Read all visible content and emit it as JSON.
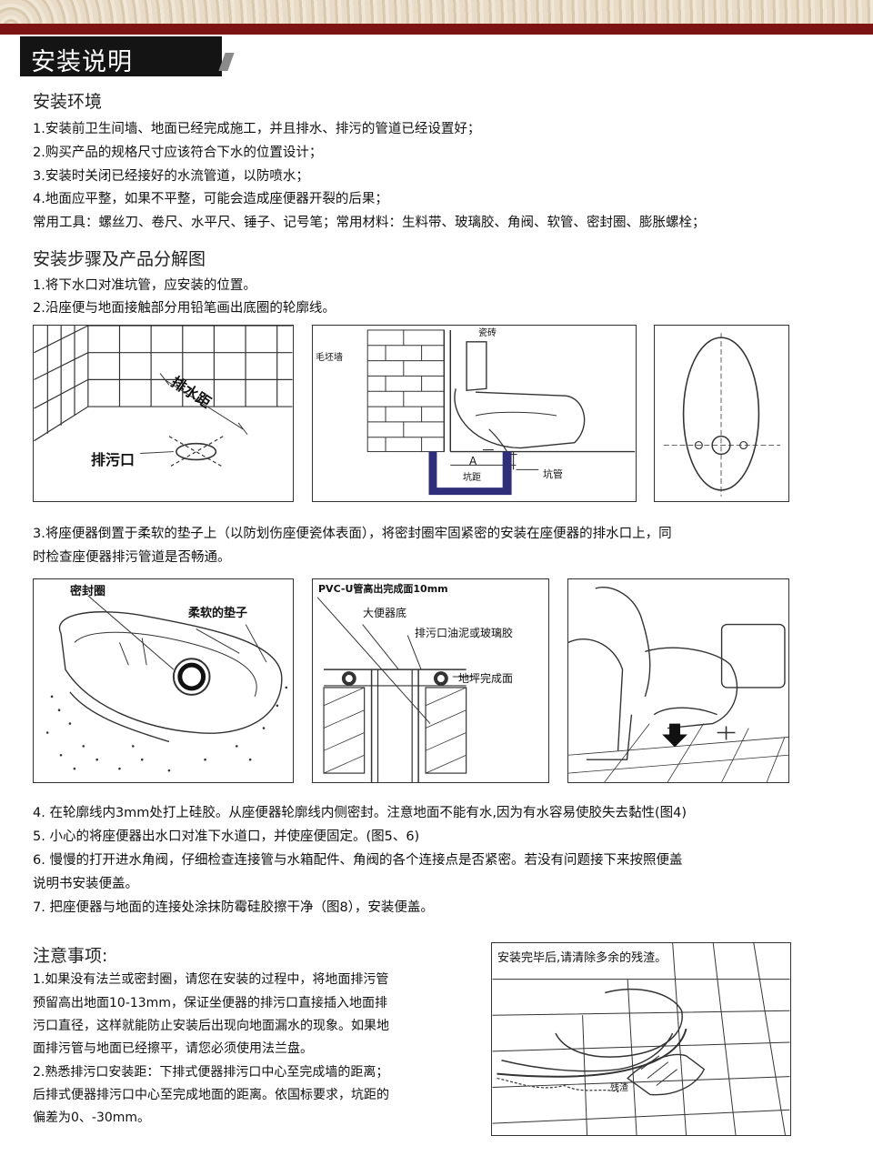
{
  "header": {
    "title": "安装说明"
  },
  "env": {
    "heading": "安装环境",
    "lines": [
      "1.安装前卫生间墙、地面已经完成施工，并且排水、排污的管道已经设置好；",
      "2.购买产品的规格尺寸应该符合下水的位置设计；",
      "3.安装时关闭已经接好的水流管道，以防喷水；",
      "4.地面应平整，如果不平整，可能会造成座便器开裂的后果；",
      "常用工具：螺丝刀、卷尺、水平尺、锤子、记号笔；常用材料：生料带、玻璃胶、角阀、软管、密封圈、膨胀螺栓；"
    ]
  },
  "steps": {
    "heading": "安装步骤及产品分解图",
    "lines": [
      "1.将下水口对准坑管，应安装的位置。",
      "2.沿座便与地面接触部分用铅笔画出底圈的轮廓线。"
    ],
    "step3": [
      "3.将座便器倒置于柔软的垫子上（以防划伤座便瓷体表面），将密封圈牢固紧密的安装在座便器的排水口上，同",
      "时检查座便器排污管道是否畅通。"
    ],
    "step4to7": [
      "4. 在轮廓线内3mm处打上硅胶。从座便器轮廓线内侧密封。注意地面不能有水,因为有水容易使胶失去黏性(图4)",
      "5. 小心的将座便器出水口对准下水道口，并使座便固定。(图5、6)",
      "6. 慢慢的打开进水角阀，仔细检查连接管与水箱配件、角阀的各个连接点是否紧密。若没有问题接下来按照便盖",
      "说明书安装便盖。",
      "7. 把座便器与地面的连接处涂抹防霉硅胶擦干净（图8），安装便盖。"
    ]
  },
  "fig1": {
    "drain_distance": "排水距",
    "drain_outlet": "排污口"
  },
  "fig2": {
    "tile": "瓷砖",
    "rough_wall": "毛坯墙",
    "a": "A",
    "pit_distance": "坑距",
    "pit_pipe": "坑管"
  },
  "fig4": {
    "seal_ring": "密封圈",
    "soft_pad": "柔软的垫子"
  },
  "fig5": {
    "pvc_note": "PVC-U管高出完成面10mm",
    "toilet_base": "大便器底",
    "putty": "排污口油泥或玻璃胶",
    "floor": "地坪完成面"
  },
  "notes": {
    "heading": "注意事项:",
    "lines": [
      "1.如果没有法兰或密封圈，请您在安装的过程中，将地面排污管",
      "预留高出地面10-13mm，保证坐便器的排污口直接插入地面排",
      "污口直径，这样就能防止安装后出现向地面漏水的现象。如果地",
      "面排污管与地面已经擦平，请您必须使用法兰盘。",
      "2.熟悉排污口安装距：下排式便器排污口中心至完成墙的距离；",
      "后排式便器排污口中心至完成地面的距离。依国标要求，坑距的",
      "偏差为0、-30mm。"
    ]
  },
  "fig8": {
    "caption": "安装完毕后,请清除多余的残渣。",
    "residue": "残渣"
  },
  "colors": {
    "header_band": "#7d1414",
    "pipe_blue": "#2e2e7a"
  }
}
